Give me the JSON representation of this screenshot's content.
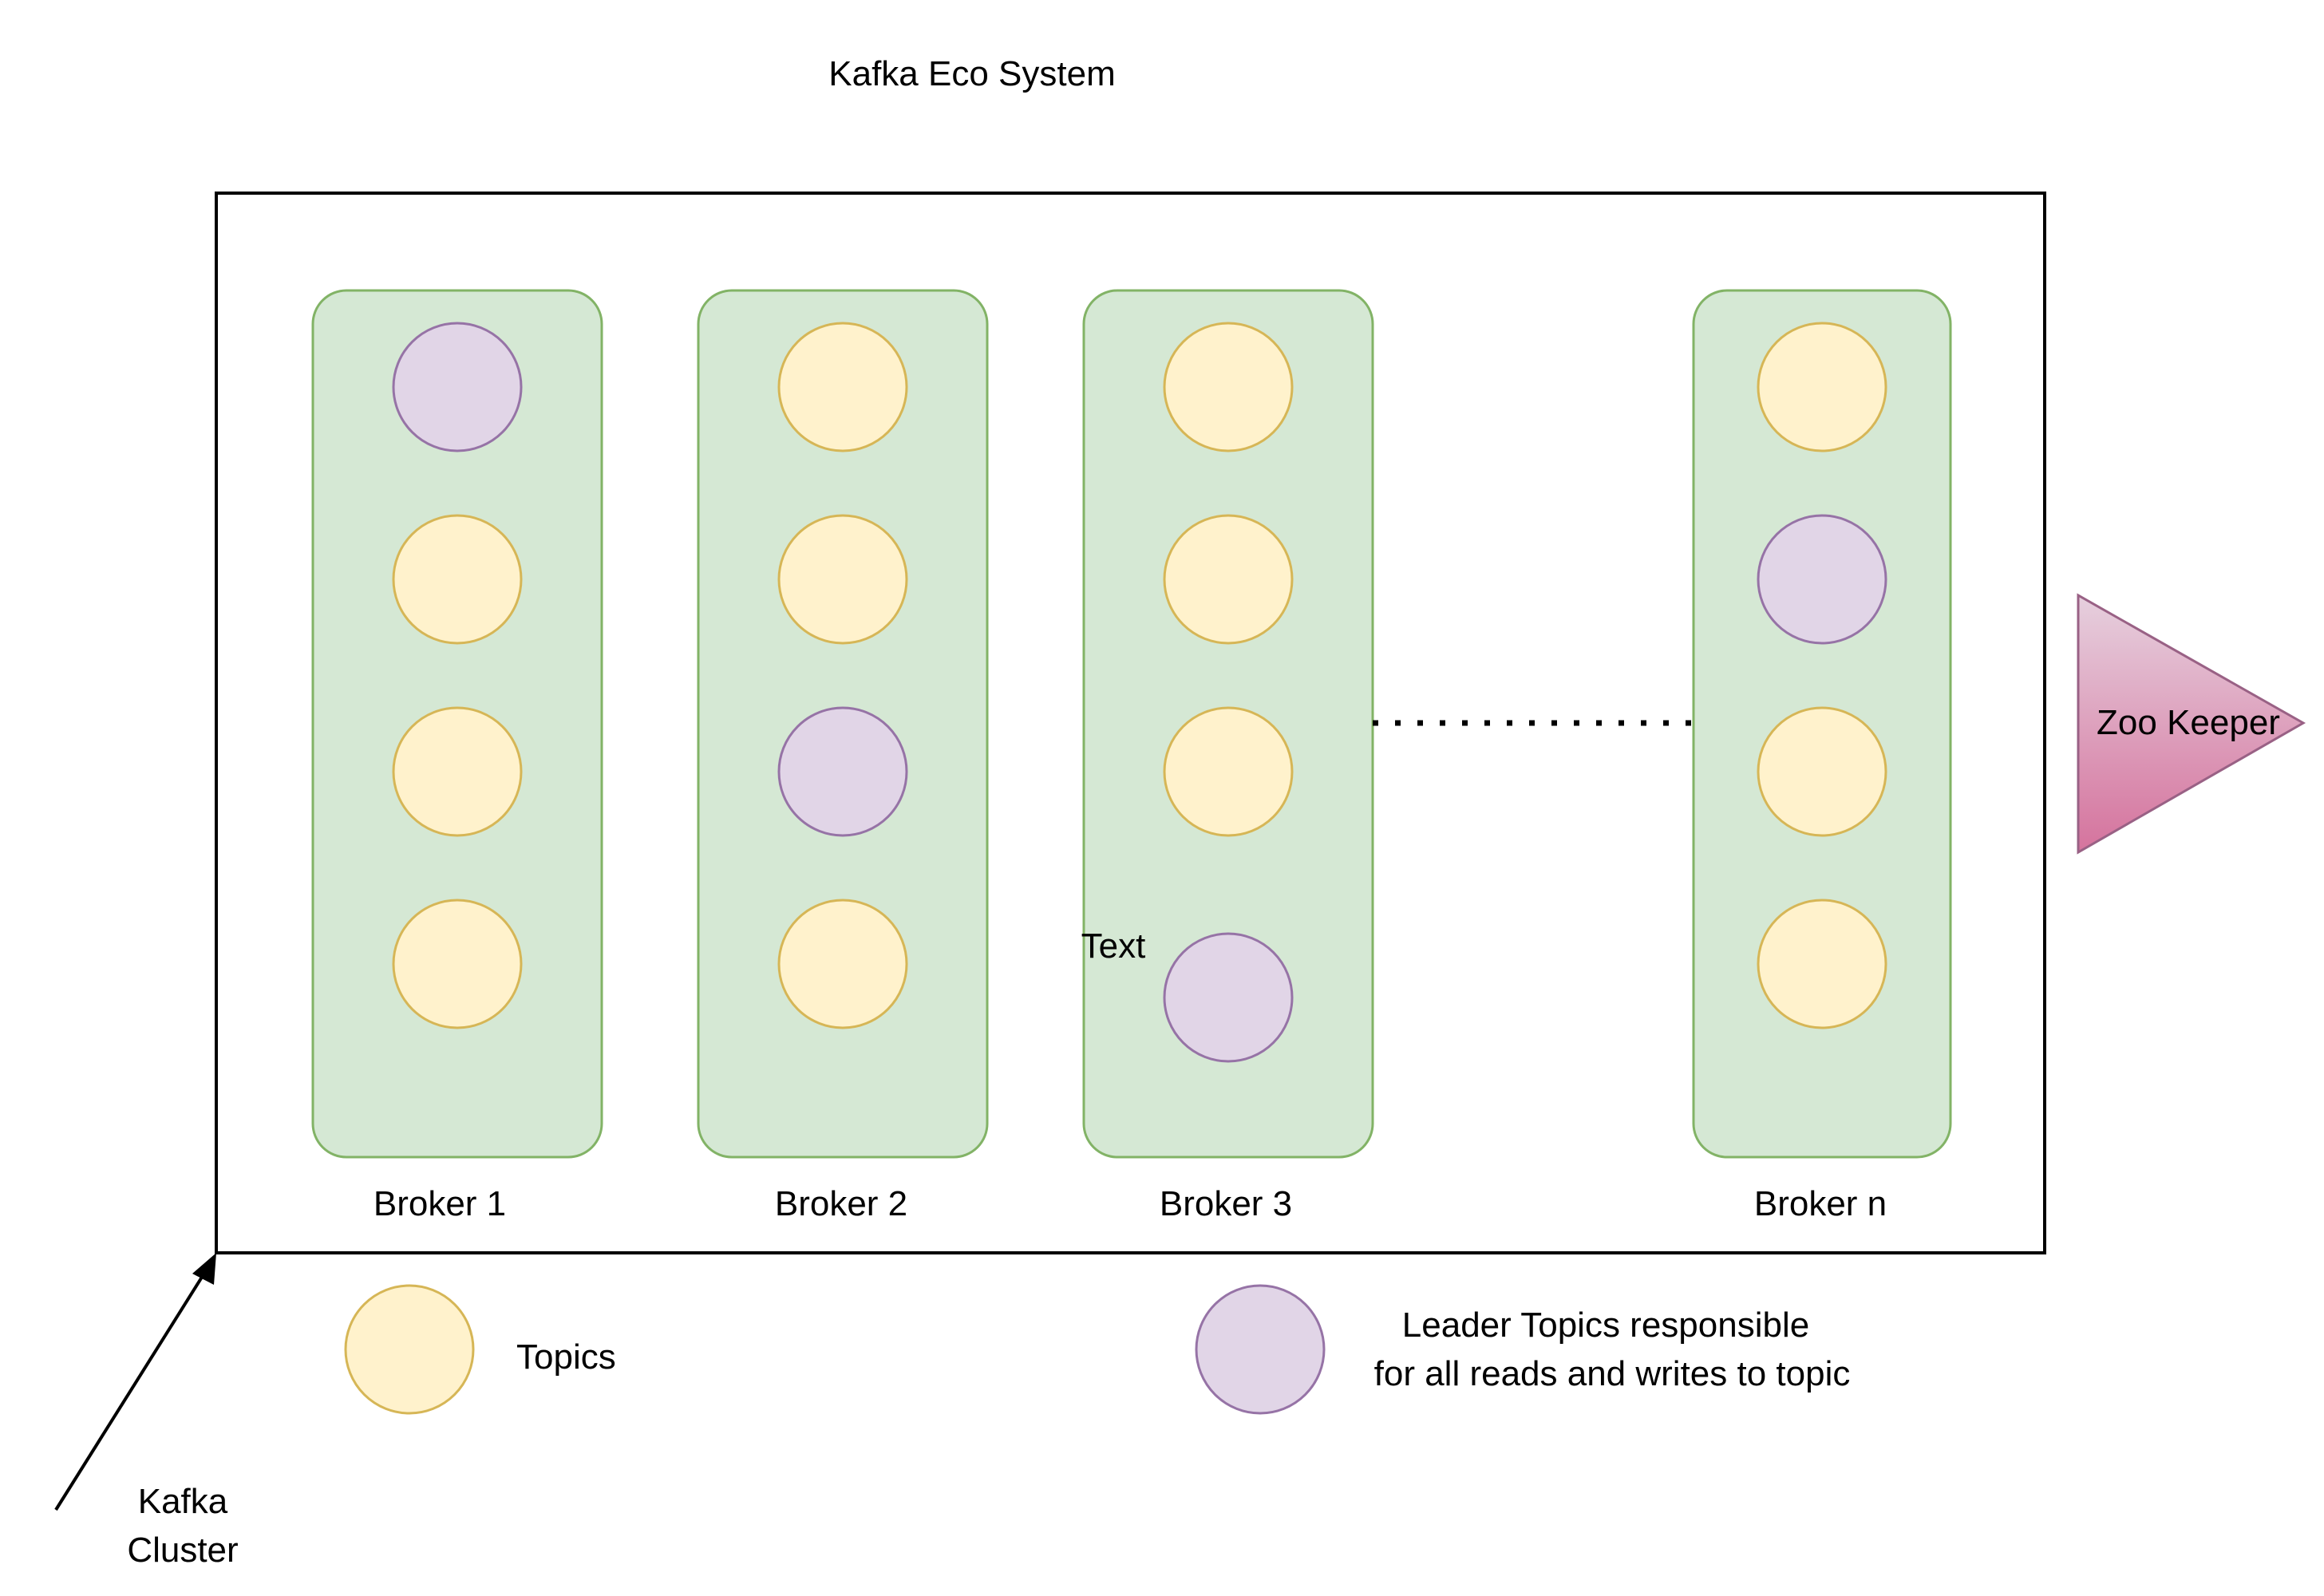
{
  "title": "Kafka Eco System",
  "brokers": [
    {
      "label": "Broker 1",
      "topics": [
        "topic",
        "topic",
        "topic",
        "topic"
      ],
      "leader_index": 0
    },
    {
      "label": "Broker 2",
      "topics": [
        "topic",
        "topic",
        "topic",
        "topic"
      ],
      "leader_index": 2
    },
    {
      "label": "Broker 3",
      "topics": [
        "topic",
        "topic",
        "topic",
        "topic"
      ],
      "leader_index": 3
    },
    {
      "label": "Broker n",
      "topics": [
        "topic",
        "topic",
        "topic",
        "topic"
      ],
      "leader_index": 1
    }
  ],
  "stray_text": "Text",
  "zookeeper": {
    "label": "Zoo Keeper"
  },
  "legend": {
    "topic_label": "Topics",
    "leader_label_line1": "Leader Topics responsible",
    "leader_label_line2": "for all reads and writes to topic"
  },
  "cluster_label_line1": "Kafka",
  "cluster_label_line2": "Cluster",
  "colors": {
    "broker_fill": "#d5e8d4",
    "broker_stroke": "#82b366",
    "topic_fill": "#fff2cc",
    "topic_stroke": "#d6b656",
    "leader_fill": "#e1d5e7",
    "leader_stroke": "#9673a6",
    "zookeeper_top": "#e6d0de",
    "zookeeper_bottom": "#d5739d",
    "zookeeper_stroke": "#996185"
  }
}
